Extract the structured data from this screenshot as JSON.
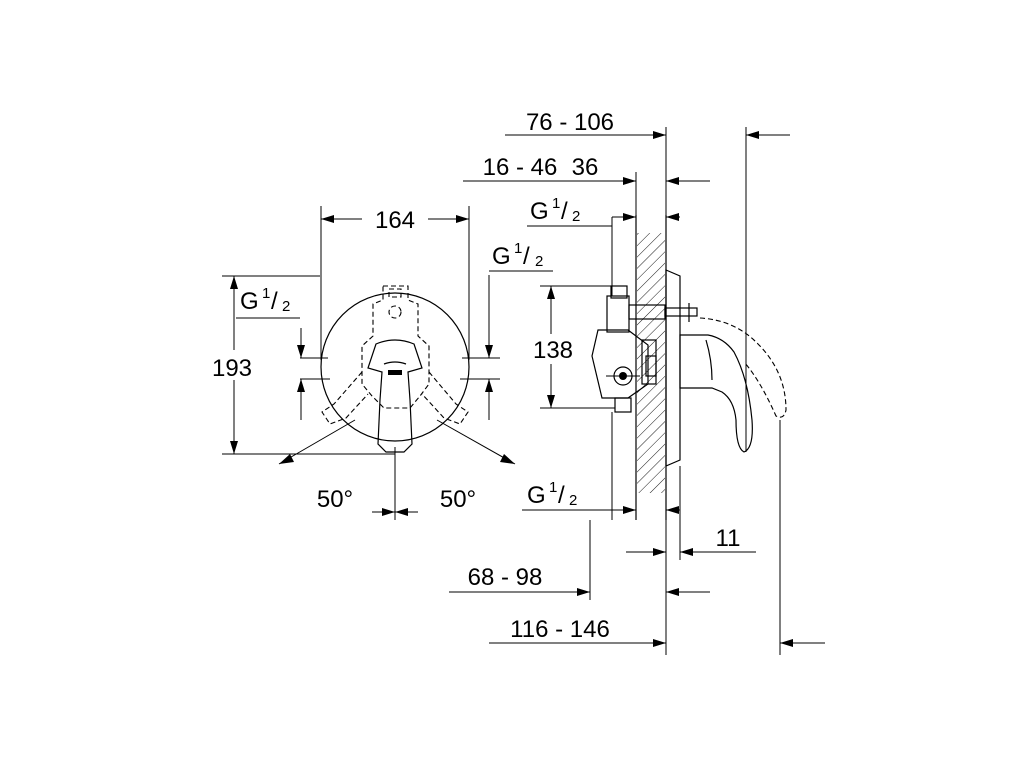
{
  "front_view": {
    "width": "164",
    "height": "193",
    "thread_left": "G",
    "thread_right": "G",
    "fraction_num": "1",
    "fraction_den": "2",
    "angle_left": "50°",
    "angle_right": "50°"
  },
  "side_view": {
    "depth_total": "76 - 106",
    "depth_body": "16 - 46",
    "depth_plate": "36",
    "thread_top": "G",
    "thread_bottom": "G",
    "fraction_num": "1",
    "fraction_den": "2",
    "spacing": "138",
    "offset": "11",
    "depth_install": "68 - 98",
    "depth_overall": "116 - 146"
  },
  "colors": {
    "line": "#000000",
    "background": "#ffffff"
  }
}
